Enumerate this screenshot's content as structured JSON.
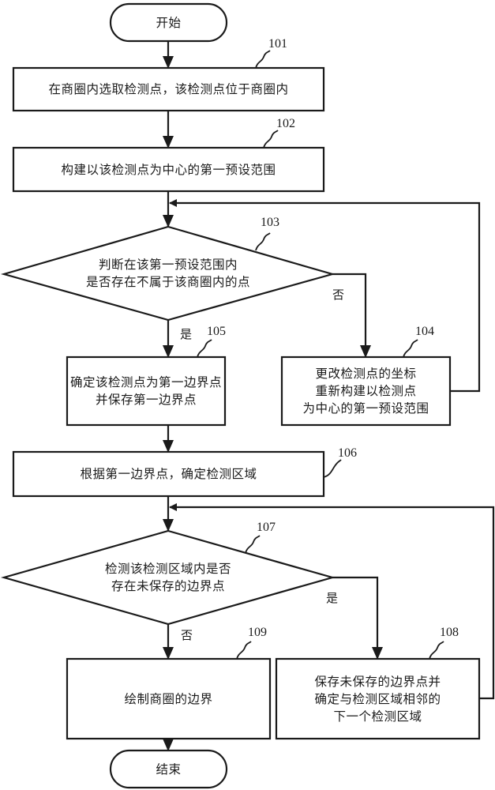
{
  "diagram": {
    "type": "flowchart",
    "nodes": {
      "start": {
        "shape": "terminator",
        "text": "开始"
      },
      "s101": {
        "id": "101",
        "shape": "process",
        "lines": [
          "在商圈内选取检测点，该检测点位于商圈内"
        ]
      },
      "s102": {
        "id": "102",
        "shape": "process",
        "lines": [
          "构建以该检测点为中心的第一预设范围"
        ]
      },
      "s103": {
        "id": "103",
        "shape": "decision",
        "lines": [
          "判断在该第一预设范围内",
          "是否存在不属于该商圈内的点"
        ]
      },
      "s104": {
        "id": "104",
        "shape": "process",
        "lines": [
          "更改检测点的坐标",
          "重新构建以检测点",
          "为中心的第一预设范围"
        ]
      },
      "s105": {
        "id": "105",
        "shape": "process",
        "lines": [
          "确定该检测点为第一边界点",
          "并保存第一边界点"
        ]
      },
      "s106": {
        "id": "106",
        "shape": "process",
        "lines": [
          "根据第一边界点，确定检测区域"
        ]
      },
      "s107": {
        "id": "107",
        "shape": "decision",
        "lines": [
          "检测该检测区域内是否",
          "存在未保存的边界点"
        ]
      },
      "s108": {
        "id": "108",
        "shape": "process",
        "lines": [
          "保存未保存的边界点并",
          "确定与检测区域相邻的",
          "下一个检测区域"
        ]
      },
      "s109": {
        "id": "109",
        "shape": "process",
        "lines": [
          "绘制商圈的边界"
        ]
      },
      "end": {
        "shape": "terminator",
        "text": "结束"
      }
    },
    "edges": [
      {
        "from": "start",
        "to": "s101",
        "label": ""
      },
      {
        "from": "s101",
        "to": "s102",
        "label": ""
      },
      {
        "from": "s102",
        "to": "s103",
        "label": ""
      },
      {
        "from": "s103",
        "to": "s105",
        "label": "是"
      },
      {
        "from": "s103",
        "to": "s104",
        "label": "否"
      },
      {
        "from": "s104",
        "to": "s103",
        "label": ""
      },
      {
        "from": "s105",
        "to": "s106",
        "label": ""
      },
      {
        "from": "s106",
        "to": "s107",
        "label": ""
      },
      {
        "from": "s107",
        "to": "s108",
        "label": "是"
      },
      {
        "from": "s107",
        "to": "s109",
        "label": "否"
      },
      {
        "from": "s108",
        "to": "s107",
        "label": ""
      },
      {
        "from": "s109",
        "to": "end",
        "label": ""
      }
    ],
    "branch_labels": {
      "yes": "是",
      "no": "否"
    },
    "colors": {
      "stroke": "#1a1a1a",
      "background": "#ffffff"
    }
  }
}
